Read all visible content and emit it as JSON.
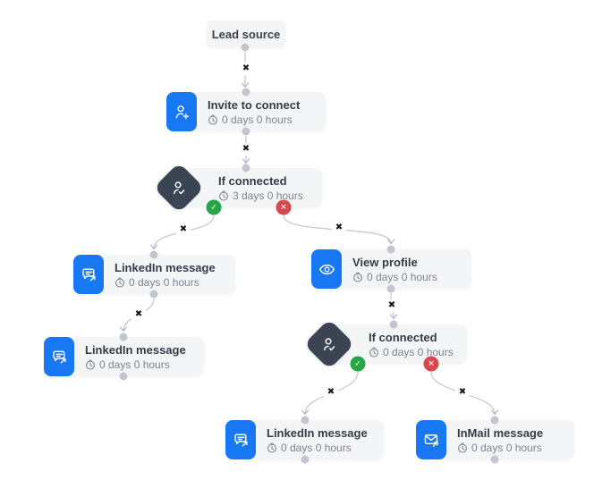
{
  "glyphs": {
    "edge_delete": "✖",
    "branch_yes": "✓",
    "branch_no": "✕"
  },
  "colors": {
    "accent_blue": "#1877f2",
    "condition_dark": "#3b4452",
    "node_background": "#f4f5f7",
    "success_green": "#27a648",
    "danger_red": "#d8494f",
    "connector_gray": "#c7cad2"
  },
  "nodes": {
    "lead_source": {
      "label": "Lead source"
    },
    "invite_to_connect": {
      "title": "Invite to connect",
      "delay": "0 days 0 hours",
      "icon": "user-plus-icon"
    },
    "if_connected_1": {
      "title": "If connected",
      "delay": "3 days 0 hours",
      "icon": "user-check-icon"
    },
    "linkedin_message_1": {
      "title": "LinkedIn message",
      "delay": "0 days 0 hours",
      "icon": "message-send-icon"
    },
    "linkedin_message_2": {
      "title": "LinkedIn message",
      "delay": "0 days 0 hours",
      "icon": "message-send-icon"
    },
    "view_profile": {
      "title": "View profile",
      "delay": "0 days 0 hours",
      "icon": "eye-icon"
    },
    "if_connected_2": {
      "title": "If connected",
      "delay": "0 days 0 hours",
      "icon": "user-check-icon"
    },
    "linkedin_message_3": {
      "title": "LinkedIn message",
      "delay": "0 days 0 hours",
      "icon": "message-send-icon"
    },
    "inmail_message": {
      "title": "InMail message",
      "delay": "0 days 0 hours",
      "icon": "envelope-send-icon"
    }
  },
  "edges": [
    {
      "from": "lead_source",
      "to": "invite_to_connect"
    },
    {
      "from": "invite_to_connect",
      "to": "if_connected_1"
    },
    {
      "from": "if_connected_1",
      "branch": "yes",
      "to": "linkedin_message_1"
    },
    {
      "from": "if_connected_1",
      "branch": "no",
      "to": "view_profile"
    },
    {
      "from": "linkedin_message_1",
      "to": "linkedin_message_2"
    },
    {
      "from": "view_profile",
      "to": "if_connected_2"
    },
    {
      "from": "if_connected_2",
      "branch": "yes",
      "to": "linkedin_message_3"
    },
    {
      "from": "if_connected_2",
      "branch": "no",
      "to": "inmail_message"
    }
  ]
}
